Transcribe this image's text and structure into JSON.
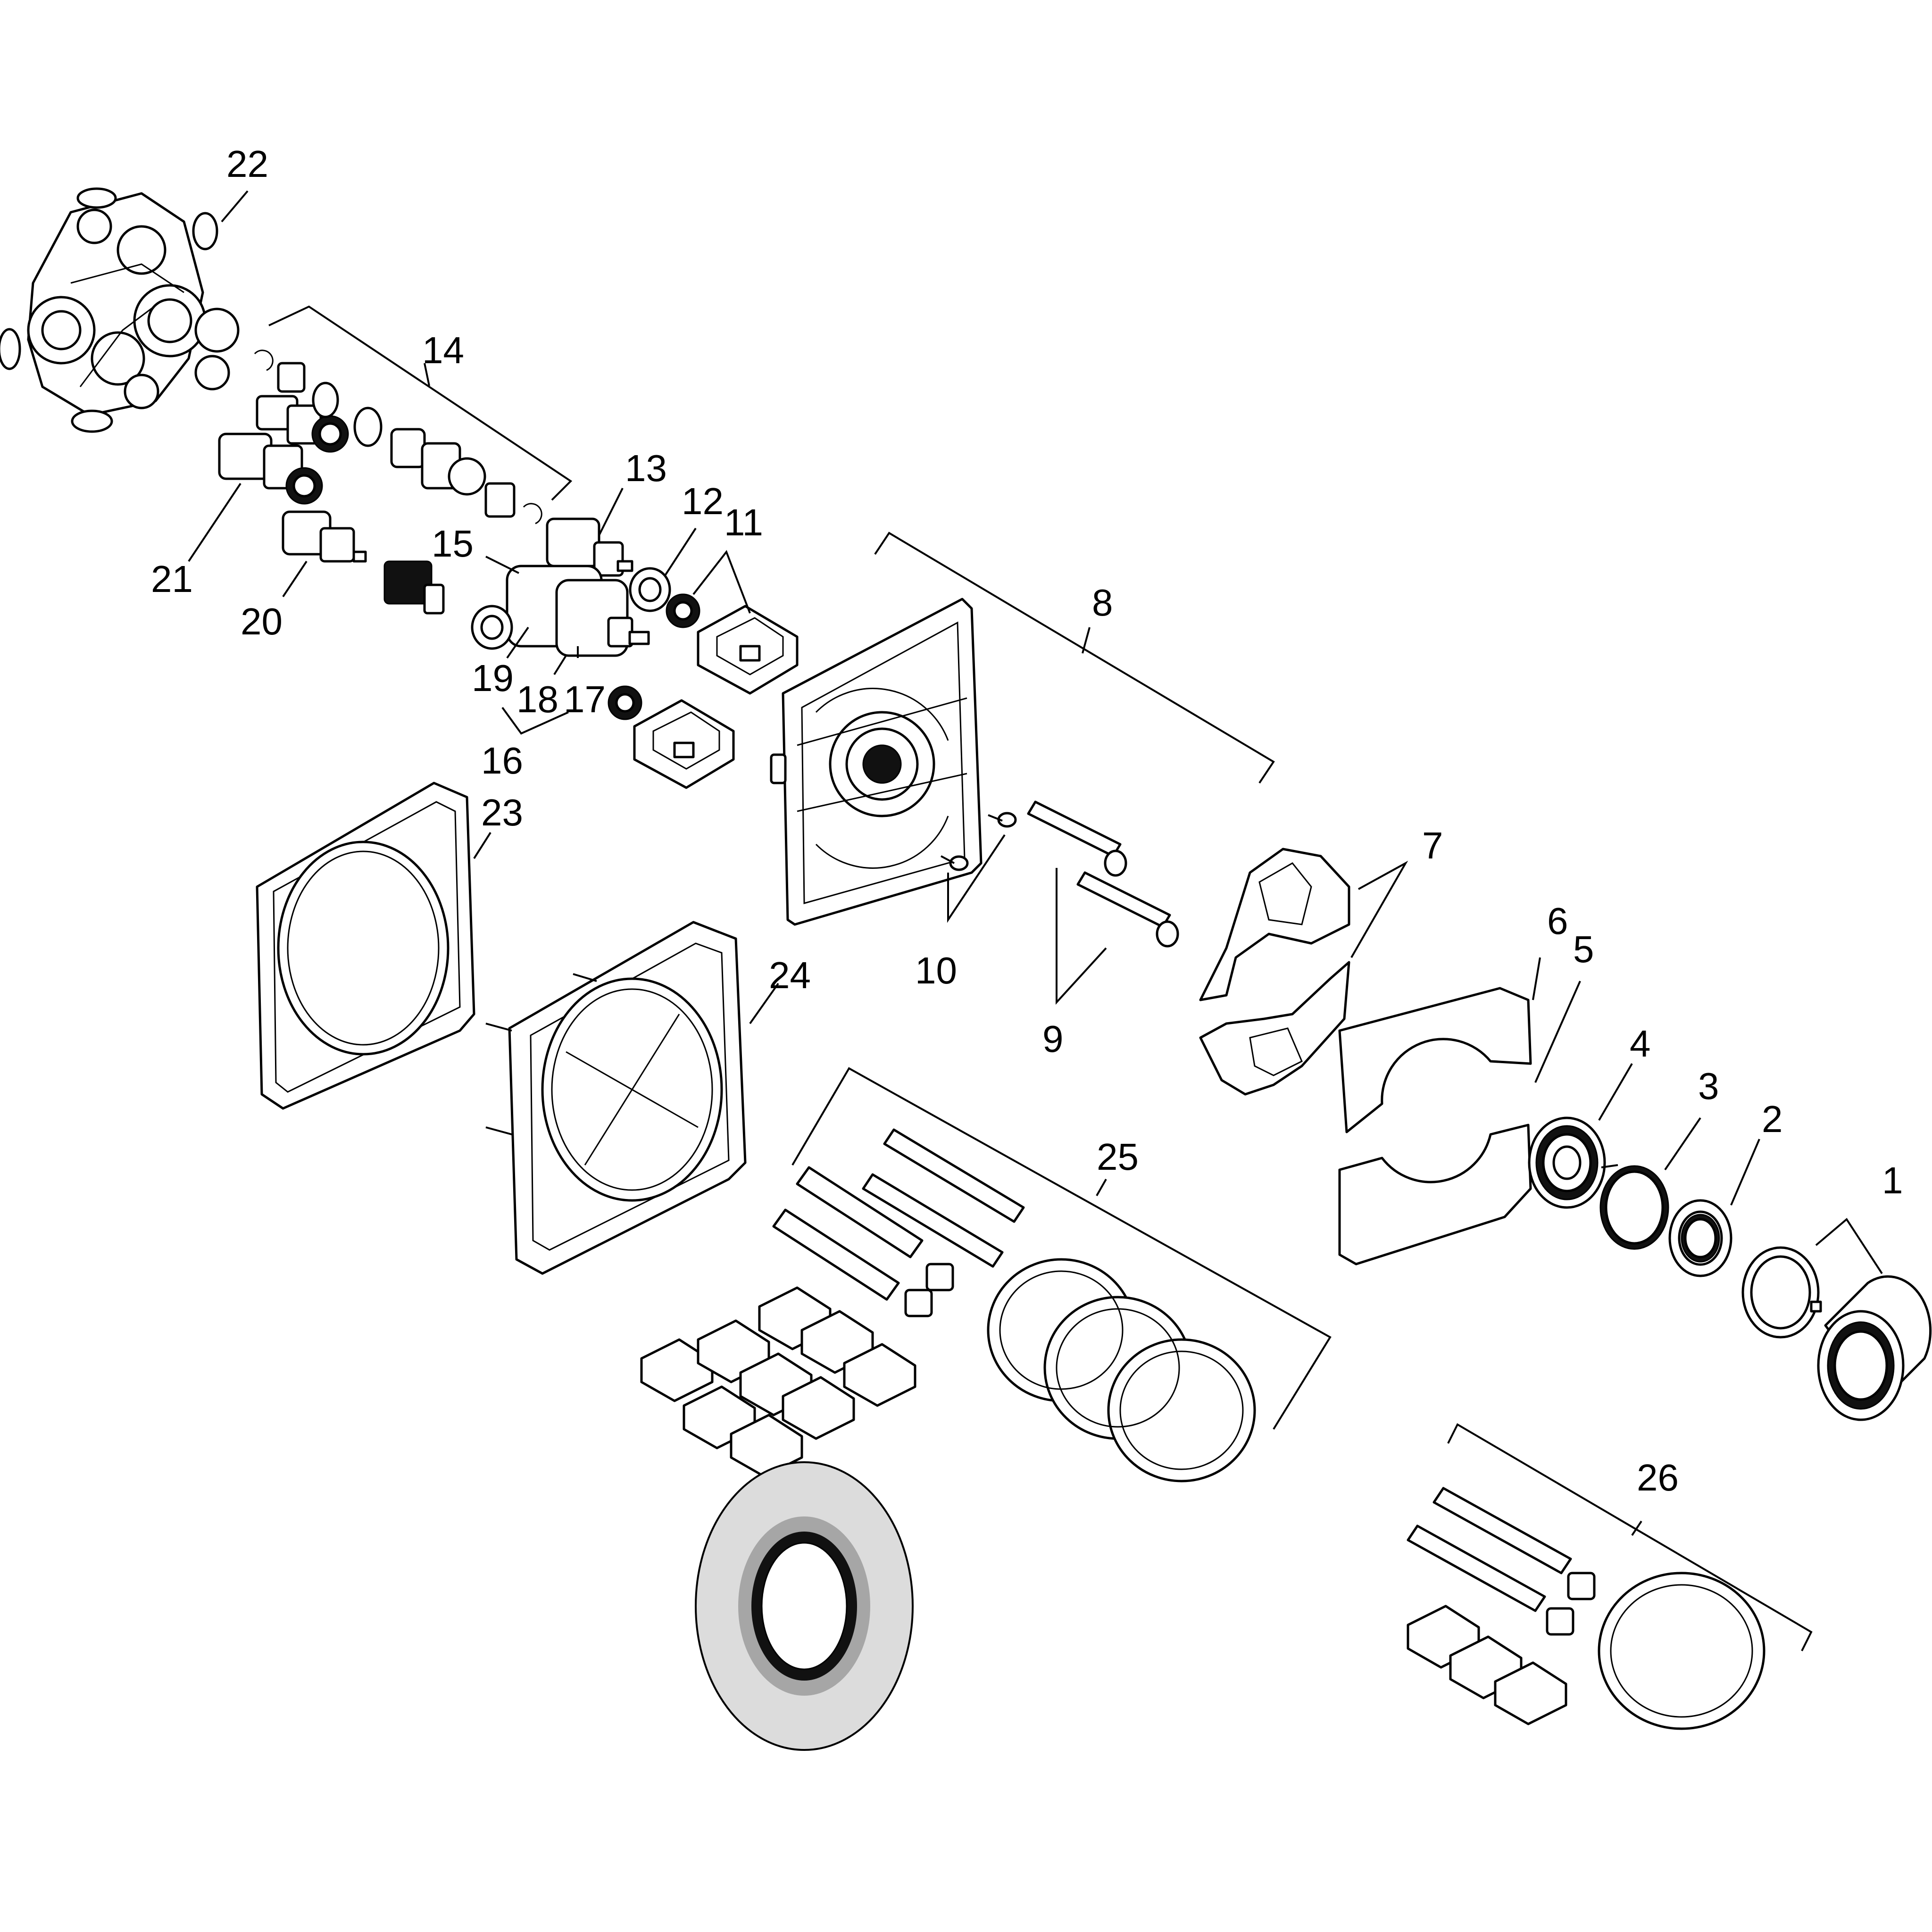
{
  "callouts": [
    {
      "id": "p1",
      "label": "1"
    },
    {
      "id": "p2",
      "label": "2"
    },
    {
      "id": "p3",
      "label": "3"
    },
    {
      "id": "p4",
      "label": "4"
    },
    {
      "id": "p5",
      "label": "5"
    },
    {
      "id": "p6",
      "label": "6"
    },
    {
      "id": "p7",
      "label": "7"
    },
    {
      "id": "p8",
      "label": "8"
    },
    {
      "id": "p9",
      "label": "9"
    },
    {
      "id": "p10",
      "label": "10"
    },
    {
      "id": "p11",
      "label": "11"
    },
    {
      "id": "p12",
      "label": "12"
    },
    {
      "id": "p13",
      "label": "13"
    },
    {
      "id": "p14",
      "label": "14"
    },
    {
      "id": "p15",
      "label": "15"
    },
    {
      "id": "p16",
      "label": "16"
    },
    {
      "id": "p17",
      "label": "17"
    },
    {
      "id": "p18",
      "label": "18"
    },
    {
      "id": "p19",
      "label": "19"
    },
    {
      "id": "p20",
      "label": "20"
    },
    {
      "id": "p21",
      "label": "21"
    },
    {
      "id": "p22",
      "label": "22"
    },
    {
      "id": "p23",
      "label": "23"
    },
    {
      "id": "p24",
      "label": "24"
    },
    {
      "id": "p25",
      "label": "25"
    },
    {
      "id": "p26",
      "label": "26"
    }
  ],
  "colors": {
    "line": "#000000",
    "background": "#ffffff",
    "gasket_grey": "#a6a6a6",
    "gasket_light": "#dcdcdc"
  }
}
